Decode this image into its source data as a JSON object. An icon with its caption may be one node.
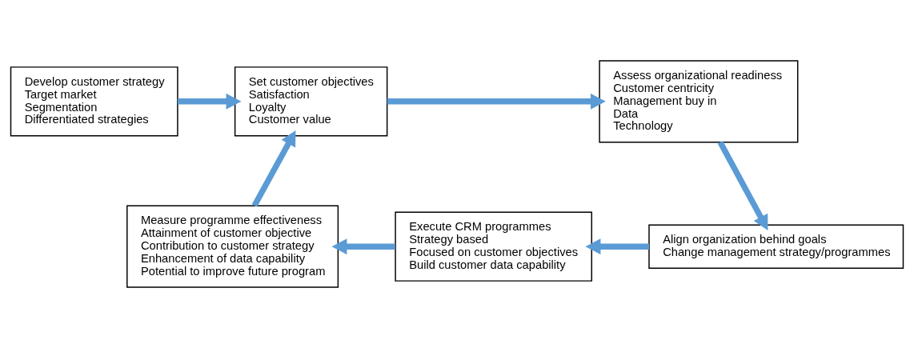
{
  "diagram": {
    "nodes": [
      {
        "text": [
          "Develop customer strategy",
          "Target market",
          "Segmentation",
          "Differentiated strategies"
        ]
      },
      {
        "text": [
          "Set customer objectives",
          "Satisfaction",
          "Loyalty",
          "Customer value"
        ]
      },
      {
        "text": [
          "Assess organizational readiness",
          "Customer centricity",
          "Management buy in",
          "Data",
          "Technology"
        ]
      },
      {
        "text": [
          "Measure programme effectiveness",
          "Attainment of customer objective",
          "Contribution to customer strategy",
          "Enhancement of data capability",
          "Potential to improve future program"
        ]
      },
      {
        "text": [
          "Execute CRM programmes",
          "Strategy based",
          "Focused on customer objectives",
          "Build customer data capability"
        ]
      },
      {
        "text": [
          "Align organization behind goals",
          "Change management strategy/programmes"
        ]
      }
    ],
    "edges": [
      {
        "from": 0,
        "to": 1,
        "arrow": "to"
      },
      {
        "from": 1,
        "to": 2,
        "arrow": "to"
      },
      {
        "from": 2,
        "to": 5,
        "arrow": "to"
      },
      {
        "from": 5,
        "to": 4,
        "arrow": "to"
      },
      {
        "from": 4,
        "to": 3,
        "arrow": "to"
      },
      {
        "from": 3,
        "to": 1,
        "arrow": "to"
      }
    ]
  }
}
